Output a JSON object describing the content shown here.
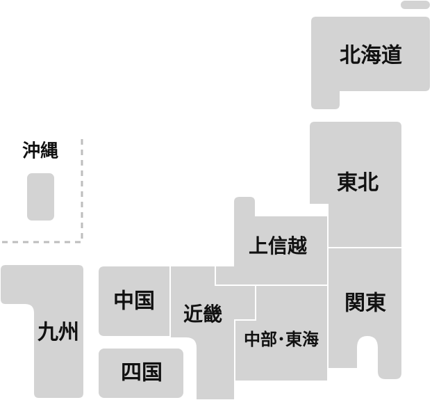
{
  "map": {
    "colors": {
      "region_fill": "#d3d3d3",
      "region_border": "#ffffff",
      "label": "#111111",
      "inset_frame": "#bdbdbd"
    },
    "regions": {
      "hokkaido": {
        "label": "北海道"
      },
      "tohoku": {
        "label": "東北"
      },
      "kanto": {
        "label": "関東"
      },
      "joshinetsu": {
        "label": "上信越"
      },
      "chubu_tokai": {
        "label": "中部･東海"
      },
      "kinki": {
        "label": "近畿"
      },
      "chugoku": {
        "label": "中国"
      },
      "shikoku": {
        "label": "四国"
      },
      "kyushu": {
        "label": "九州"
      },
      "okinawa": {
        "label": "沖縄"
      }
    }
  }
}
